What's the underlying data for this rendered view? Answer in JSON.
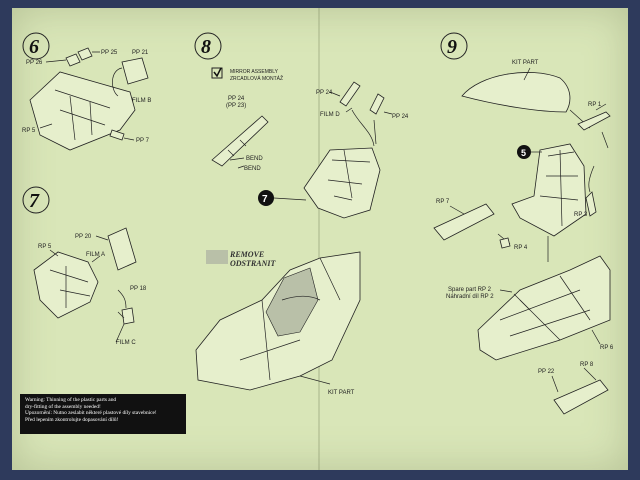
{
  "steps": {
    "s6": "6",
    "s7": "7",
    "s8": "8",
    "s9": "9"
  },
  "callouts": {
    "c5": "5",
    "c7": "7"
  },
  "step6": {
    "pp25": "PP 25",
    "pp21": "PP 21",
    "pp26": "PP 26",
    "film_b": "FILM B",
    "rp5": "RP 5",
    "pp7": "PP 7"
  },
  "step7": {
    "pp20": "PP 20",
    "rp5": "RP 5",
    "film_a": "FILM A",
    "pp18": "PP 18",
    "film_c": "FILM C"
  },
  "step8": {
    "mirror_line1": "MIRROR  ASSEMBLY",
    "mirror_line2": "ZRCADLOVÁ MONTÁŽ",
    "pp24_pp23_a": "PP 24",
    "pp24_pp23_b": "(PP 23)",
    "bend1": "BEND",
    "bend2": "BEND",
    "pp24_left": "PP 24",
    "film_d": "FILM D",
    "pp24_right": "PP 24",
    "remove": "REMOVE",
    "odstranit": "ODSTRANIT",
    "kit_part": "KIT PART"
  },
  "step9": {
    "kit_part": "KIT PART",
    "rp1": "RP 1",
    "rp7": "RP 7",
    "rp4": "RP 4",
    "rp3": "RP 3",
    "spare1": "Spare part RP 2",
    "spare2": "Náhradní díl RP 2",
    "rp6": "RP 6",
    "pp22": "PP 22",
    "rp8": "RP 8"
  },
  "warning": {
    "line1": "Warning: Thinning of the plastic parts and",
    "line2": "dry-fitting of the assembly needed!",
    "line3": "Upozornění: Nutno zeslabit některé plastové díly stavebnice!",
    "line4": "Před lepením zkontrolujte dopasování dílů!"
  },
  "colors": {
    "paper": "#d9e6b8",
    "background": "#2e3a5c",
    "remove_hatch": "#b9c0a8"
  }
}
